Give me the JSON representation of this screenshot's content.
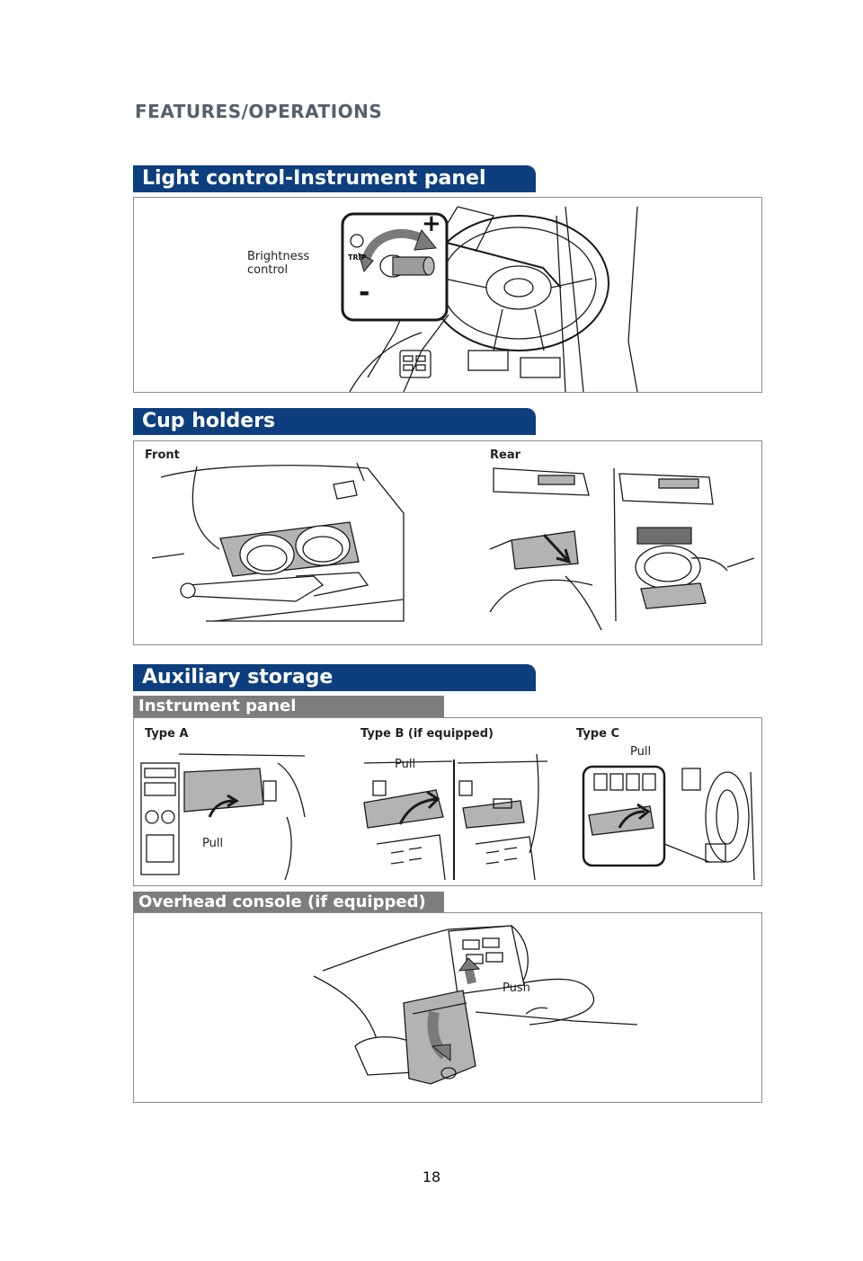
{
  "header": {
    "section": "FEATURES/OPERATIONS"
  },
  "light_control": {
    "title": "Light control-Instrument panel",
    "callout_line1": "Brightness",
    "callout_line2": "control",
    "plus": "+",
    "minus": "-",
    "knob_text": "TRIP"
  },
  "cup_holders": {
    "title": "Cup holders",
    "front_label": "Front",
    "rear_label": "Rear"
  },
  "auxiliary_storage": {
    "title": "Auxiliary storage",
    "instrument_panel": {
      "title": "Instrument panel",
      "type_a": "Type A",
      "type_b": "Type B (if equipped)",
      "type_c": "Type C",
      "pull_a": "Pull",
      "pull_b": "Pull",
      "pull_c": "Pull"
    },
    "overhead_console": {
      "title": "Overhead console (if equipped)",
      "push": "Push"
    }
  },
  "page_number": "18",
  "colors": {
    "banner": "#0d3f7e",
    "subbanner": "#7d7d7d",
    "header_text": "#55606e"
  }
}
